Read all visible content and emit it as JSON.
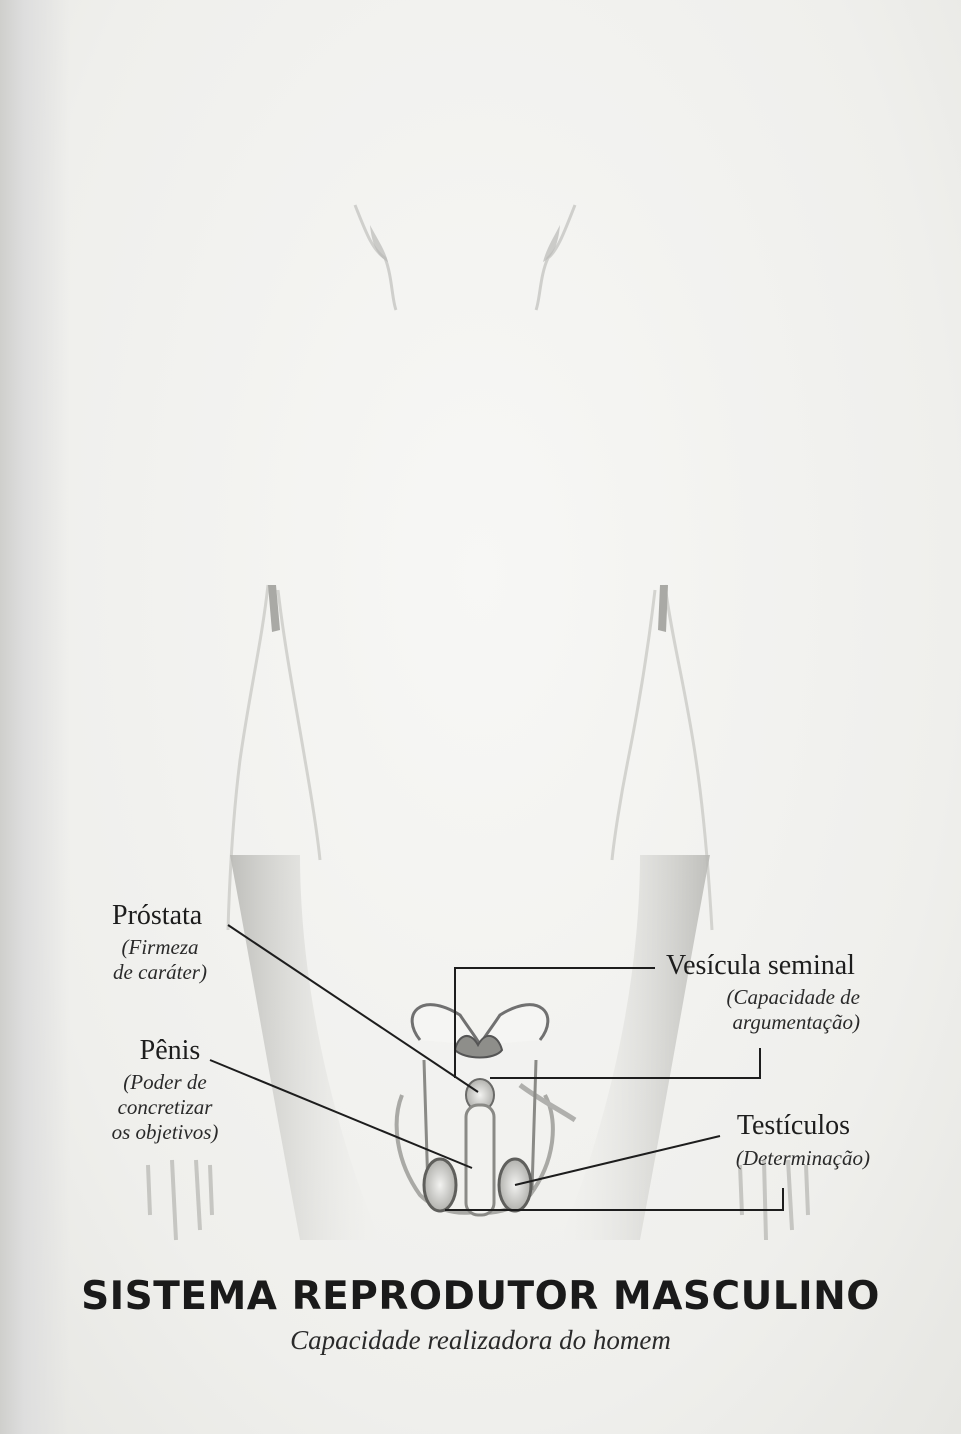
{
  "labels": {
    "prostata": {
      "name": "Próstata",
      "note": [
        "(Firmeza",
        "de caráter)"
      ]
    },
    "penis": {
      "name": "Pênis",
      "note": [
        "(Poder de",
        "concretizar",
        "os objetivos)"
      ]
    },
    "vesicula": {
      "name": "Vesícula seminal",
      "note": [
        "(Capacidade de",
        "argumentação)"
      ]
    },
    "testiculos": {
      "name": "Testículos",
      "note": [
        "(Determinação)"
      ]
    }
  },
  "title": "SISTEMA REPRODUTOR MASCULINO",
  "subtitle": "Capacidade realizadora do homem",
  "colors": {
    "ink": "#1d1d1d",
    "body_outline": "#c9c9c6",
    "organ_shade": "#9a9a96"
  }
}
